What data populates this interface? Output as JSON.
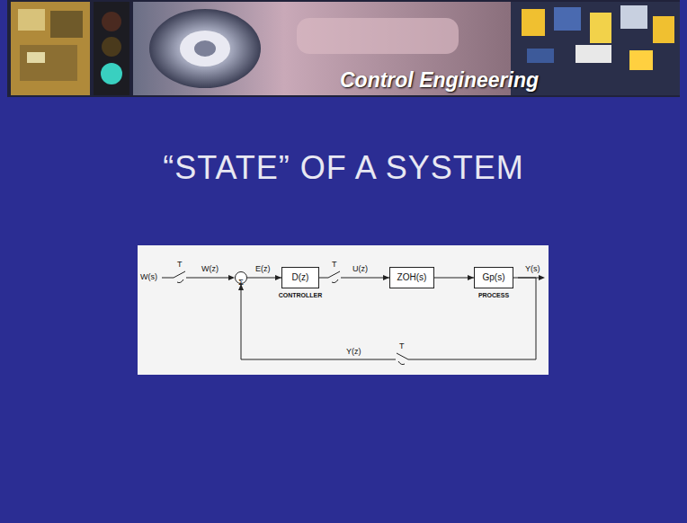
{
  "diagram": {
    "title": "“STATE” OF A SYSTEM",
    "nodes": [
      {
        "text": [
          "Σ"
        ]
      },
      {
        "text": [
          "D(z)",
          "CONTROLLER"
        ]
      },
      {
        "text": [
          "ZOH(s)"
        ]
      },
      {
        "text": [
          "Gp(s)",
          "PROCESS"
        ]
      }
    ],
    "edges": [
      {
        "from": 0,
        "to": 1,
        "arrow": "to",
        "label": "E(z)"
      },
      {
        "from": 1,
        "to": 2,
        "arrow": "to",
        "label": "U(z)"
      },
      {
        "from": 2,
        "to": 3,
        "arrow": "to"
      },
      {
        "from": 3,
        "to": 0,
        "arrow": "to",
        "label": "Y(z)"
      }
    ],
    "labels": [
      "Control Engineering",
      "W(s)",
      "T",
      "W(z)",
      "T",
      "Y(s)",
      "T"
    ]
  }
}
